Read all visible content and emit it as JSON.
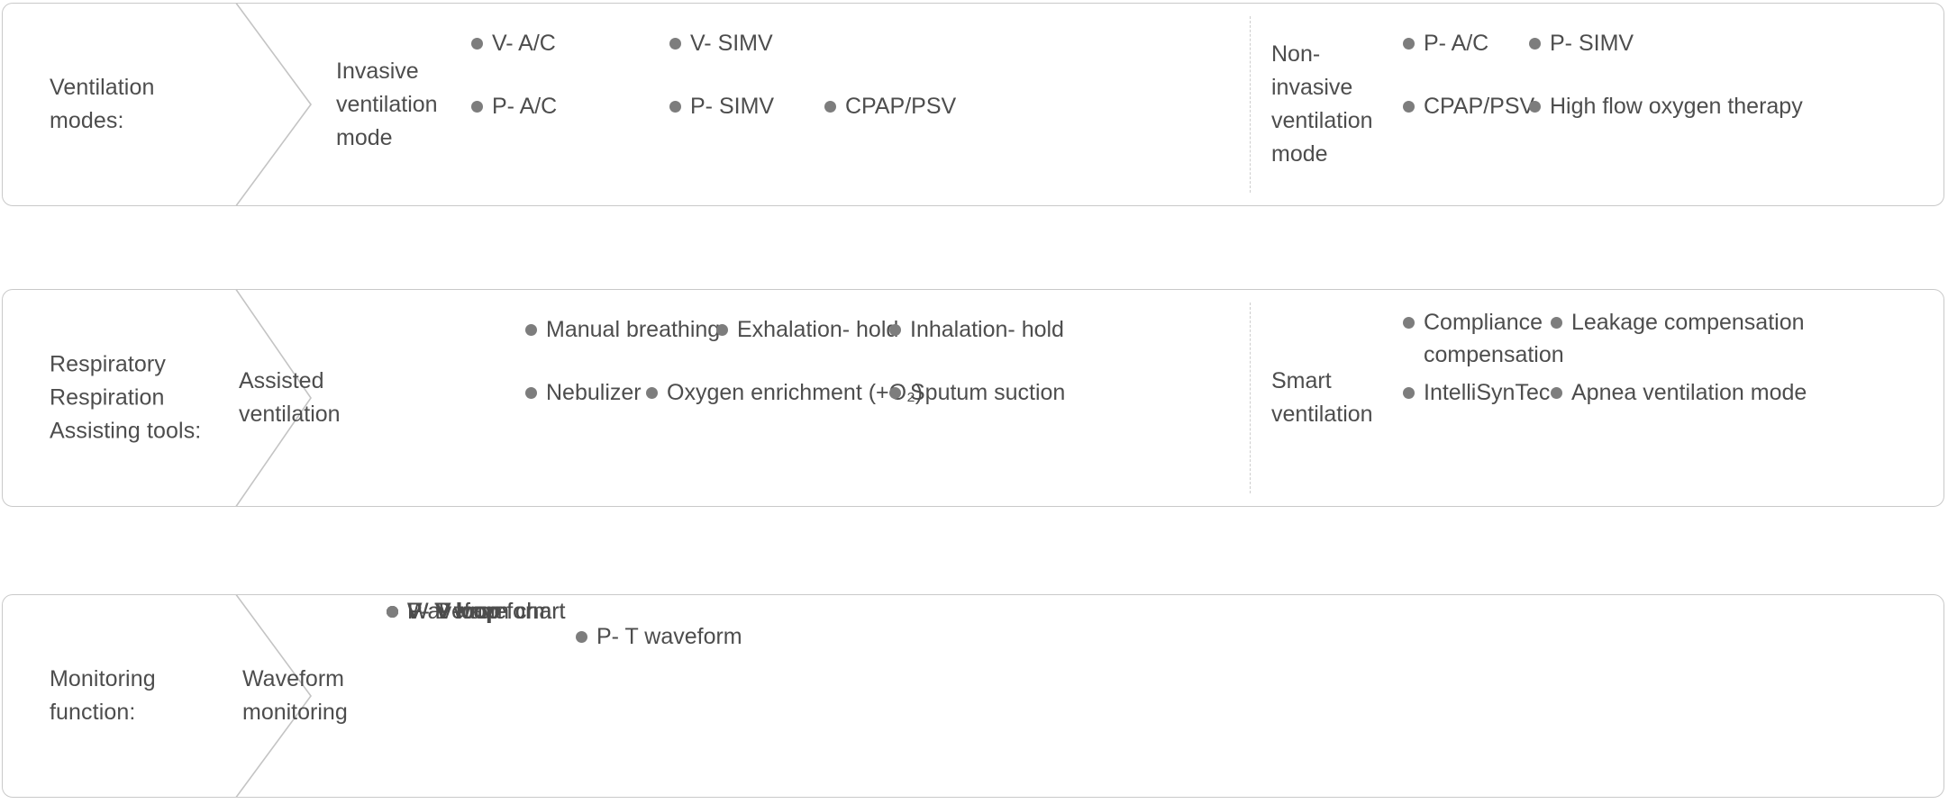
{
  "rows": [
    {
      "id": "ventilation-modes",
      "category_label": "Ventilation modes:",
      "groups": [
        {
          "id": "invasive-ventilation-mode",
          "title": "Invasive\nventilation\nmode",
          "items": [
            "V- A/C",
            "V- SIMV",
            "P- A/C",
            "P- SIMV",
            "CPAP/PSV"
          ]
        },
        {
          "id": "non-invasive-ventilation-mode",
          "title": "Non-\ninvasive\nventilation\nmode",
          "items": [
            "P- A/C",
            "P- SIMV",
            "CPAP/PSV",
            "High flow oxygen therapy"
          ]
        }
      ]
    },
    {
      "id": "respiratory-assisting-tools",
      "category_label": "Respiratory Respiration Assisting tools:",
      "groups": [
        {
          "id": "assisted-ventilation",
          "title": "Assisted\nventilation",
          "items": [
            "Manual breathing",
            "Exhalation- hold",
            "Inhalation- hold",
            "Nebulizer",
            "Oxygen enrichment (+O₂)",
            "Sputum suction"
          ]
        },
        {
          "id": "smart-ventilation",
          "title": "Smart\nventilation",
          "items": [
            "Compliance compensation",
            "Leakage compensation",
            "IntelliSynTec",
            "Apnea ventilation mode"
          ]
        }
      ]
    },
    {
      "id": "monitoring-function",
      "category_label": "Monitoring function:",
      "groups": [
        {
          "id": "waveform-monitoring",
          "title": "Waveform\nmonitoring",
          "items": [
            "P- T waveform",
            "F- T waveform",
            "V- T waveform",
            "Wavefrom chart",
            "P- V loop",
            "F- V loop",
            "F- P loop",
            "Wavefrom chart"
          ]
        }
      ]
    }
  ],
  "theme": {
    "text_color": "#4d4d4d",
    "bullet_color": "#7d7d7d",
    "border_color": "#c9c9c9",
    "divider_color": "#cdcdcd",
    "background": "#ffffff"
  }
}
